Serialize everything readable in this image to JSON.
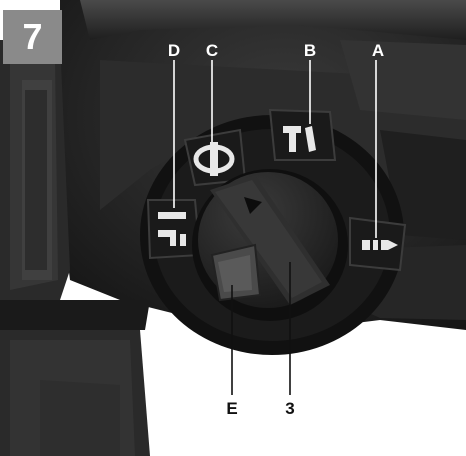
{
  "figure": {
    "number": "7"
  },
  "callouts": {
    "A": "A",
    "B": "B",
    "C": "C",
    "D": "D",
    "E": "E",
    "three": "3"
  },
  "colors": {
    "badge": "#8a8a8a",
    "body_dark": "#1c1c1c",
    "body_mid": "#2e2e2e",
    "knob": "#232323"
  },
  "symbols": {
    "A": "chisel-icon",
    "B": "hammer-drill-icon",
    "C": "vario-lock-icon",
    "D": "drill-icon",
    "indicator": "triangle-pointer-icon"
  }
}
